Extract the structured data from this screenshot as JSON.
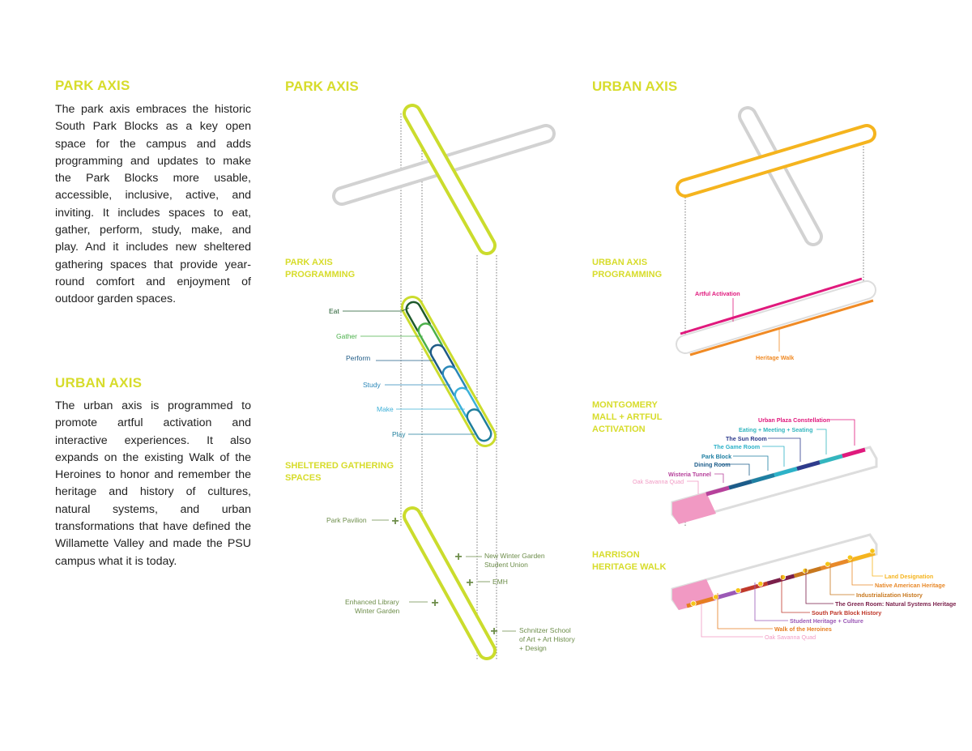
{
  "left": {
    "park_title": "PARK AXIS",
    "park_text": "The park axis embraces the historic South Park Blocks as a key open space for the campus and adds programming and updates to make the Park Blocks more usable, accessible, inclusive, active, and inviting. It includes spaces to eat, gather, perform, study, make, and play. And it includes new sheltered gathering spaces that provide year-round comfort and enjoyment of outdoor garden spaces.",
    "urban_title": "URBAN AXIS",
    "urban_text": "The urban axis is programmed to promote artful activation and interactive experiences. It also expands on the existing Walk of the Heroines to honor and remember the heritage and history of cultures, natural systems, and urban transformations that have defined the Willamette Valley and made the PSU campus what it is today."
  },
  "park_diagram": {
    "title": "PARK AXIS",
    "programming_label_1": "PARK AXIS",
    "programming_label_2": "PROGRAMMING",
    "programs": [
      {
        "label": "Eat",
        "color": "#1f5a2c"
      },
      {
        "label": "Gather",
        "color": "#4bb04a"
      },
      {
        "label": "Perform",
        "color": "#1f5b86"
      },
      {
        "label": "Study",
        "color": "#2a87b8"
      },
      {
        "label": "Make",
        "color": "#3db0d8"
      },
      {
        "label": "Play",
        "color": "#1f7e9c"
      }
    ],
    "sheltered_label_1": "SHELTERED GATHERING",
    "sheltered_label_2": "SPACES",
    "sheltered": {
      "park_pavilion": "Park Pavilion",
      "winter_garden_1": "New Winter Garden",
      "winter_garden_2": "Student Union",
      "emh": "EMH",
      "library_1": "Enhanced Library",
      "library_2": "Winter Garden",
      "schnitzer_1": "Schnitzer School",
      "schnitzer_2": "of Art + Art History",
      "schnitzer_3": "+ Design"
    },
    "colors": {
      "axis": "#cbdc2d",
      "cross": "#d2d2d2",
      "sheltered": "#6d8d4a"
    }
  },
  "urban_diagram": {
    "title": "URBAN AXIS",
    "programming_label_1": "URBAN AXIS",
    "programming_label_2": "PROGRAMMING",
    "artful_activation": "Artful Activation",
    "heritage_walk": "Heritage Walk",
    "montgomery_label_1": "MONTGOMERY",
    "montgomery_label_2": "MALL + ARTFUL",
    "montgomery_label_3": "ACTIVATION",
    "montgomery_items": [
      {
        "label": "Urban Plaza Constellation",
        "color": "#e0197d"
      },
      {
        "label": "Eating + Meeting + Seating",
        "color": "#33b6bf"
      },
      {
        "label": "The Sun Room",
        "color": "#2e3b8c"
      },
      {
        "label": "The Game Room",
        "color": "#2db2c8"
      },
      {
        "label": "Park Block",
        "color": "#1e7fa2"
      },
      {
        "label": "Dining Room",
        "color": "#1c5c8a"
      },
      {
        "label": "Wisteria Tunnel",
        "color": "#b6419b"
      },
      {
        "label": "Oak Savanna Quad",
        "color": "#f199c3"
      }
    ],
    "harrison_label_1": "HARRISON",
    "harrison_label_2": "HERITAGE WALK",
    "harrison_items": [
      {
        "label": "Land Designation",
        "color": "#f5b41e"
      },
      {
        "label": "Native American Heritage",
        "color": "#e8892a"
      },
      {
        "label": "Industrialization History",
        "color": "#c8781e"
      },
      {
        "label": "The Green Room: Natural Systems Heritage",
        "color": "#7a1f4a"
      },
      {
        "label": "South Park Block History",
        "color": "#c0392b"
      },
      {
        "label": "Student Heritage + Culture",
        "color": "#9b59b6"
      },
      {
        "label": "Walk of the Heroines",
        "color": "#e67e22"
      },
      {
        "label": "Oak Savanna Quad",
        "color": "#f199c3"
      }
    ],
    "colors": {
      "axis": "#f5b41e",
      "magenta": "#e0197d",
      "orange": "#f08a24"
    }
  }
}
